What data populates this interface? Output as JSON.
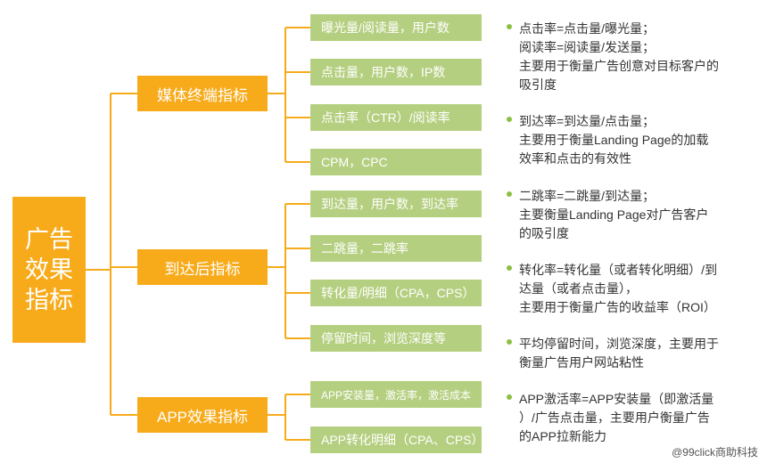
{
  "root": {
    "label": "广告\n效果\n指标"
  },
  "categories": [
    {
      "label": "媒体终端指标"
    },
    {
      "label": "到达后指标"
    },
    {
      "label": "APP效果指标"
    }
  ],
  "leaves": [
    "曝光量/阅读量，用户数",
    "点击量，用户数，IP数",
    "点击率（CTR）/阅读率",
    "CPM，CPC",
    "到达量，用户数，到达率",
    "二跳量，二跳率",
    "转化量/明细（CPA，CPS）",
    "停留时间，浏览深度等",
    "APP安装量，激活率，激活成本",
    "APP转化明细（CPA、CPS）"
  ],
  "notes": [
    {
      "lines": [
        "点击率=点击量/曝光量；",
        "阅读率=阅读量/发送量；",
        "主要用于衡量广告创意对目标客户的",
        "吸引度"
      ]
    },
    {
      "lines": [
        "到达率=到达量/点击量；",
        "主要用于衡量Landing Page的加载",
        "效率和点击的有效性"
      ]
    },
    {
      "lines": [
        "二跳率=二跳量/到达量；",
        "主要衡量Landing Page对广告客户",
        "的吸引度"
      ]
    },
    {
      "lines": [
        "转化率=转化量（或者转化明细）/到",
        "达量（或者点击量），",
        "主要用于衡量广告的收益率（ROI）"
      ]
    },
    {
      "lines": [
        "平均停留时间，浏览深度，主要用于",
        "衡量广告用户网站粘性"
      ]
    },
    {
      "lines": [
        "APP激活率=APP安装量（即激活量",
        "）/广告点击量，主要用户衡量广告",
        "的APP拉新能力"
      ]
    }
  ],
  "watermark": "@99click商助科技",
  "colors": {
    "orange": "#f7ab1a",
    "green": "#b5cf80",
    "bullet": "#8dbf45"
  }
}
